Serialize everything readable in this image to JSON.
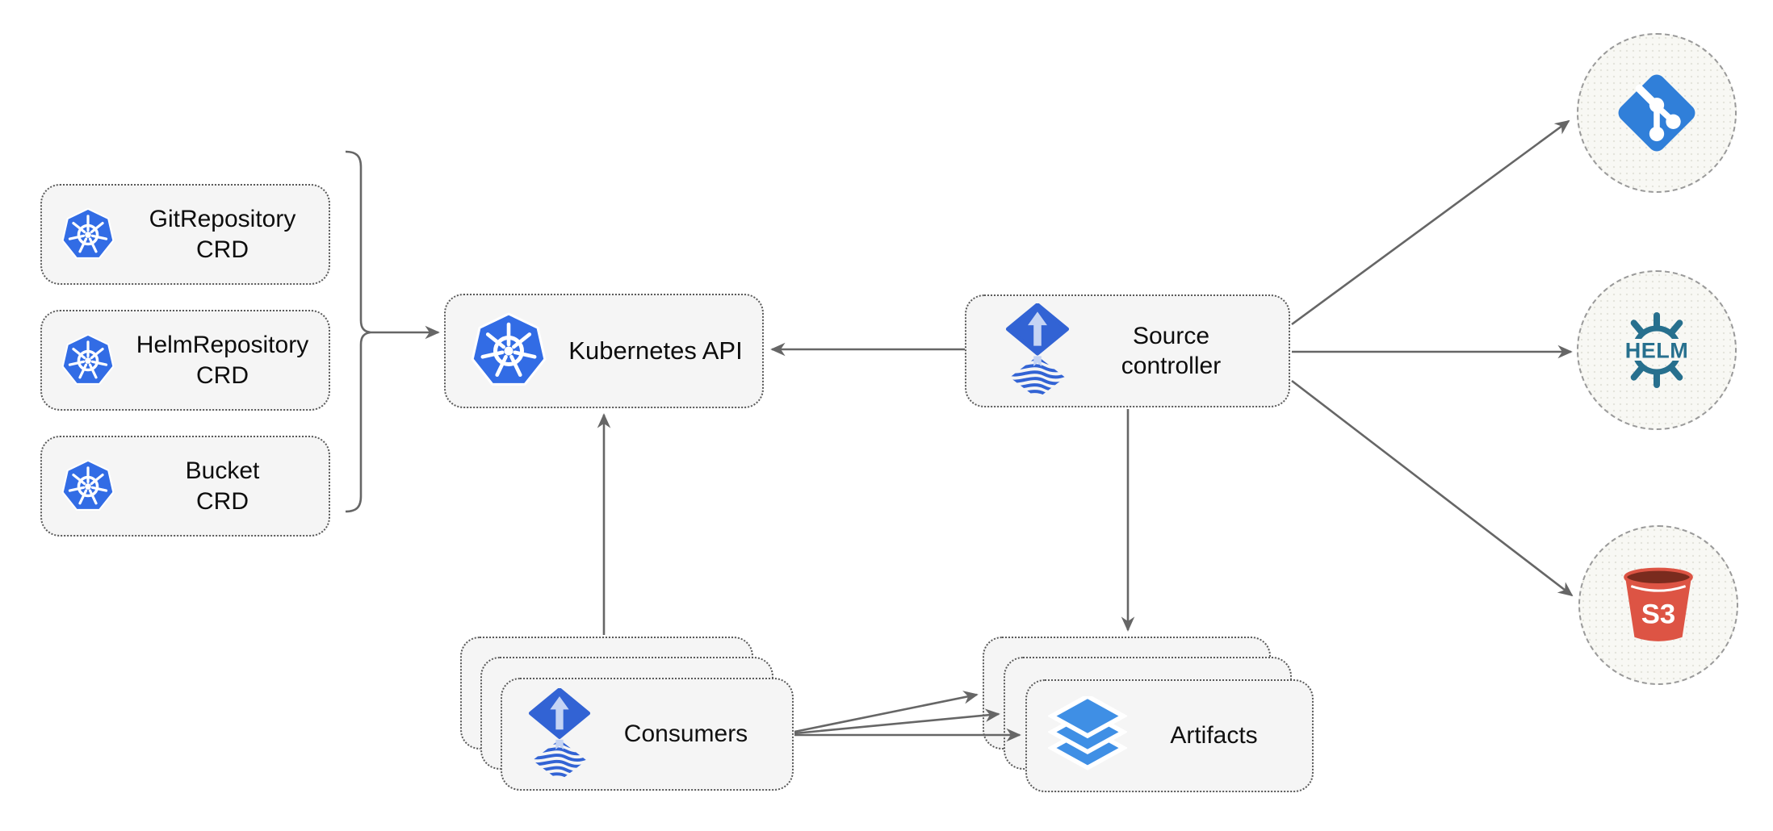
{
  "nodes": {
    "git_repository_crd": {
      "line1": "GitRepository",
      "line2": "CRD",
      "icon": "kubernetes-icon"
    },
    "helm_repository_crd": {
      "line1": "HelmRepository",
      "line2": "CRD",
      "icon": "kubernetes-icon"
    },
    "bucket_crd": {
      "line1": "Bucket",
      "line2": "CRD",
      "icon": "kubernetes-icon"
    },
    "kubernetes_api": {
      "label": "Kubernetes API",
      "icon": "kubernetes-icon"
    },
    "source_controller": {
      "line1": "Source",
      "line2": "controller",
      "icon": "flux-icon"
    },
    "consumers": {
      "label": "Consumers",
      "icon": "flux-icon",
      "stack_count": 3
    },
    "artifacts": {
      "label": "Artifacts",
      "icon": "layers-icon",
      "stack_count": 3
    },
    "git_endpoint": {
      "icon": "git-icon"
    },
    "helm_endpoint": {
      "icon": "helm-icon",
      "logo_text": "HELM"
    },
    "s3_endpoint": {
      "icon": "s3-icon",
      "logo_text": "S3"
    }
  },
  "edges": [
    {
      "from": "crd_group_bracket",
      "to": "kubernetes_api"
    },
    {
      "from": "source_controller",
      "to": "kubernetes_api"
    },
    {
      "from": "consumers",
      "to": "kubernetes_api"
    },
    {
      "from": "source_controller",
      "to": "artifacts"
    },
    {
      "from": "source_controller",
      "to": "git_endpoint"
    },
    {
      "from": "source_controller",
      "to": "helm_endpoint"
    },
    {
      "from": "source_controller",
      "to": "s3_endpoint"
    },
    {
      "from": "consumers",
      "to": "artifacts",
      "count": 3
    }
  ],
  "colors": {
    "kubernetes_blue": "#326CE5",
    "flux_blue": "#3263D4",
    "flux_arrow_light": "#C5D4F4",
    "layers_blue": "#3F8FE5",
    "git_blue": "#307FD9",
    "helm_teal": "#27708E",
    "s3_red": "#DD5444",
    "s3_dark_top": "#7A2B1E",
    "edge_gray": "#666666",
    "node_fill": "#F5F5F5",
    "node_border": "#5A5A5A",
    "circle_border": "#9A9A9A"
  }
}
